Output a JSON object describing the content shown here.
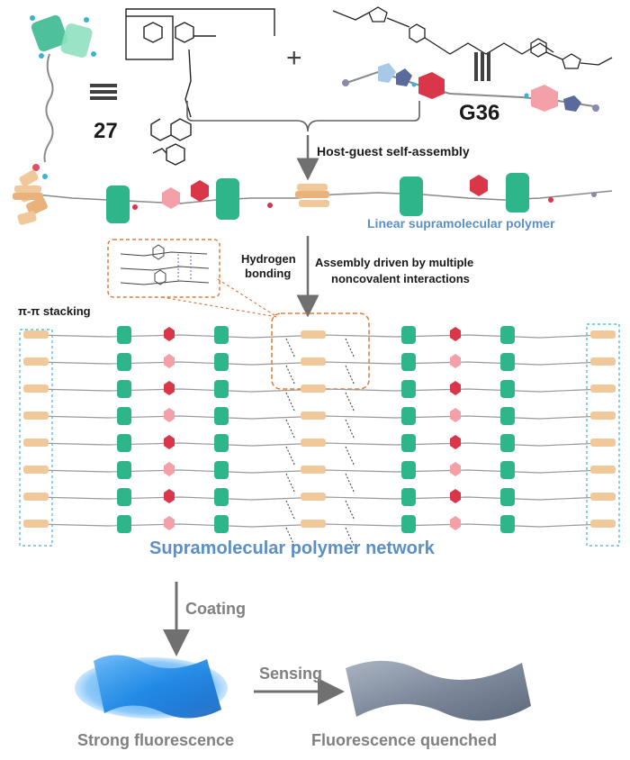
{
  "labels": {
    "host_number": "27",
    "guest_name": "G36",
    "plus": "+",
    "step1": "Host-guest self-assembly",
    "linear": "Linear supramolecular polymer",
    "hbond_line1": "Hydrogen",
    "hbond_line2": "bonding",
    "assembly_line1": "Assembly driven by multiple",
    "assembly_line2": "noncovalent interactions",
    "pi_stacking": "π-π stacking",
    "network": "Supramolecular polymer network",
    "coating": "Coating",
    "sensing": "Sensing",
    "strong": "Strong fluorescence",
    "quenched": "Fluorescence quenched"
  },
  "colors": {
    "host_green": "#2fb58a",
    "host_light": "#8fe0c0",
    "guest_red": "#d9364a",
    "guest_pink": "#f4a0a8",
    "phen_orange": "#f1c89a",
    "guest_blue": "#a8c8e8",
    "guest_navy": "#5a6a9a",
    "label_blue": "#5b8fc7",
    "arrow_grey": "#707070",
    "dash_cyan": "#37b4d4",
    "dash_orange": "#e07a3a",
    "film_blue": "#1e88e5",
    "film_grey": "#8a96a8"
  }
}
